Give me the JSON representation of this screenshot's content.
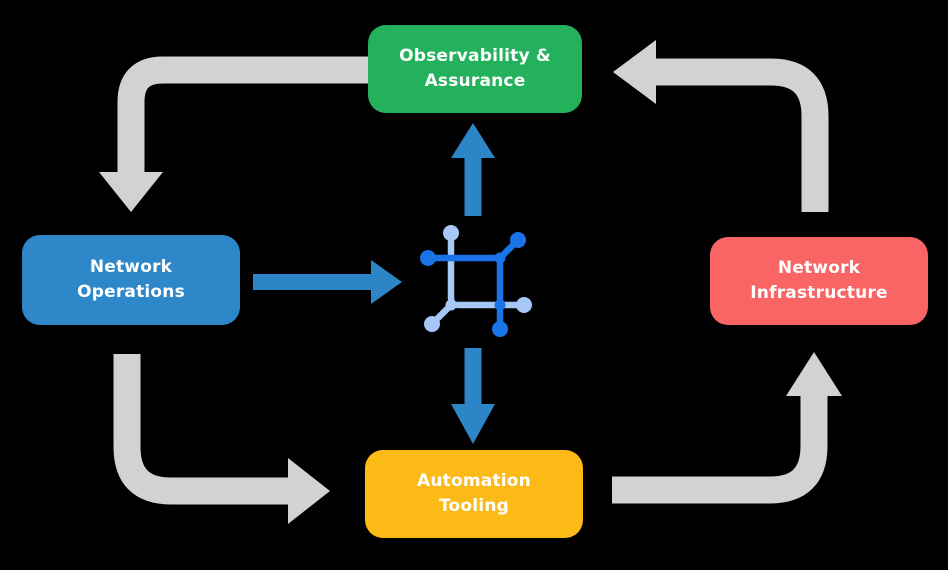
{
  "nodes": [
    {
      "id": "observability-assurance",
      "label": "Observability &\nAssurance",
      "color": "#23b25b"
    },
    {
      "id": "network-operations",
      "label": "Network\nOperations",
      "color": "#2d87c8"
    },
    {
      "id": "network-infrastructure",
      "label": "Network\nInfrastructure",
      "color": "#f96464"
    },
    {
      "id": "automation-tooling",
      "label": "Automation\nTooling",
      "color": "#fcba17"
    }
  ],
  "center_icon": {
    "name": "network-mesh-icon",
    "primary_color": "#1a73e8",
    "secondary_color": "#a6c8f7"
  },
  "arrows": {
    "gray_color": "#d2d2d2",
    "blue_color": "#2b85c7",
    "gray_flow": [
      "observability-assurance-to-network-operations",
      "network-operations-to-automation-tooling",
      "automation-tooling-to-network-infrastructure",
      "network-infrastructure-to-observability-assurance"
    ],
    "blue_flow": [
      "network-operations-to-center",
      "center-to-observability-assurance",
      "center-to-automation-tooling"
    ]
  },
  "text_color": "#ffffff",
  "background_color": "#000000"
}
